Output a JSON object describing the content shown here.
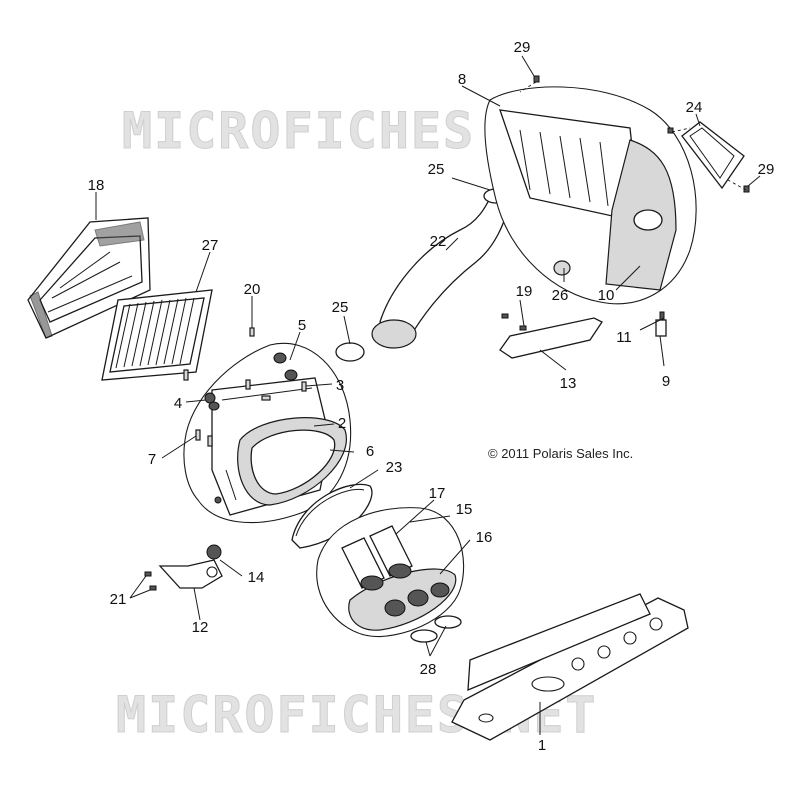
{
  "copyright": "© 2011 Polaris Sales Inc.",
  "watermark": "MICROFICHES.NET",
  "callouts": {
    "c1": "1",
    "c2": "2",
    "c3": "3",
    "c4": "4",
    "c5": "5",
    "c6": "6",
    "c7": "7",
    "c8": "8",
    "c9": "9",
    "c10": "10",
    "c11": "11",
    "c12": "12",
    "c13": "13",
    "c14": "14",
    "c15": "15",
    "c16": "16",
    "c17": "17",
    "c18": "18",
    "c19": "19",
    "c20": "20",
    "c21": "21",
    "c22": "22",
    "c23": "23",
    "c24": "24",
    "c25a": "25",
    "c25b": "25",
    "c26": "26",
    "c27": "27",
    "c28": "28",
    "c29a": "29",
    "c29b": "29"
  },
  "colors": {
    "line": "#1a1a1a",
    "watermark": "#e2e2e2",
    "background": "#ffffff"
  }
}
